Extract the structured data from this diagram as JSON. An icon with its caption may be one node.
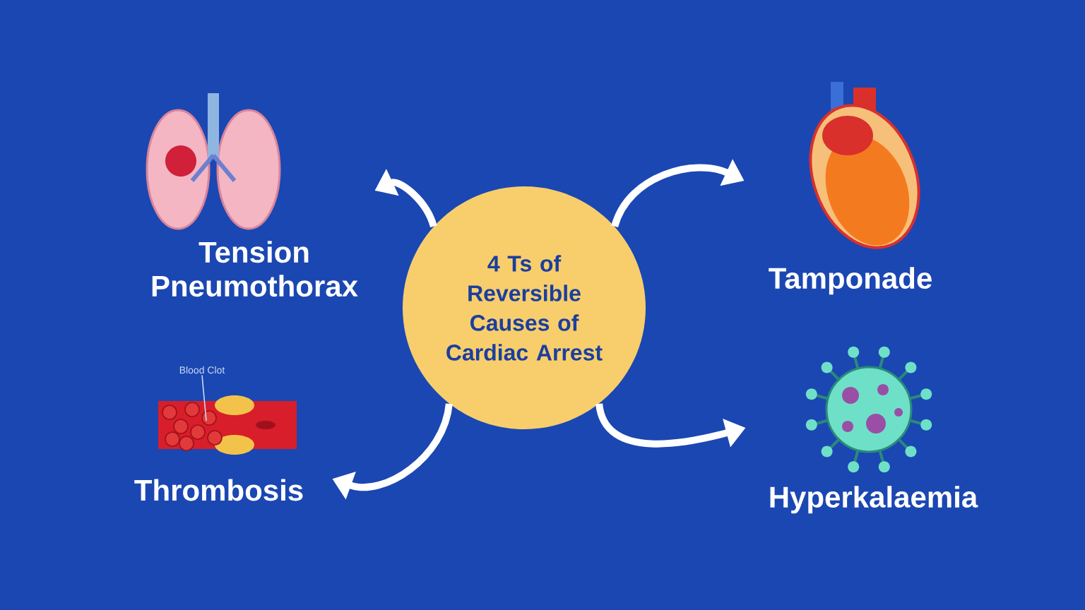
{
  "diagram": {
    "nodes": [
      {
        "text": [
          "4 Ts of Reversible Causes of Cardiac Arrest"
        ]
      },
      {
        "text": [
          "Tension Pneumothorax"
        ]
      },
      {
        "text": [
          "Tamponade"
        ]
      },
      {
        "text": [
          "Thrombosis"
        ]
      },
      {
        "text": [
          "Hyperkalaemia"
        ]
      },
      {
        "text": [
          "Blood Clot"
        ]
      }
    ],
    "edges": [
      {
        "from": 0,
        "to": 1,
        "arrow": "to"
      },
      {
        "from": 0,
        "to": 2,
        "arrow": "to"
      },
      {
        "from": 0,
        "to": 3,
        "arrow": "to"
      },
      {
        "from": 0,
        "to": 4,
        "arrow": "to"
      },
      {
        "from": 5,
        "to": null,
        "arrow": "none"
      }
    ]
  }
}
